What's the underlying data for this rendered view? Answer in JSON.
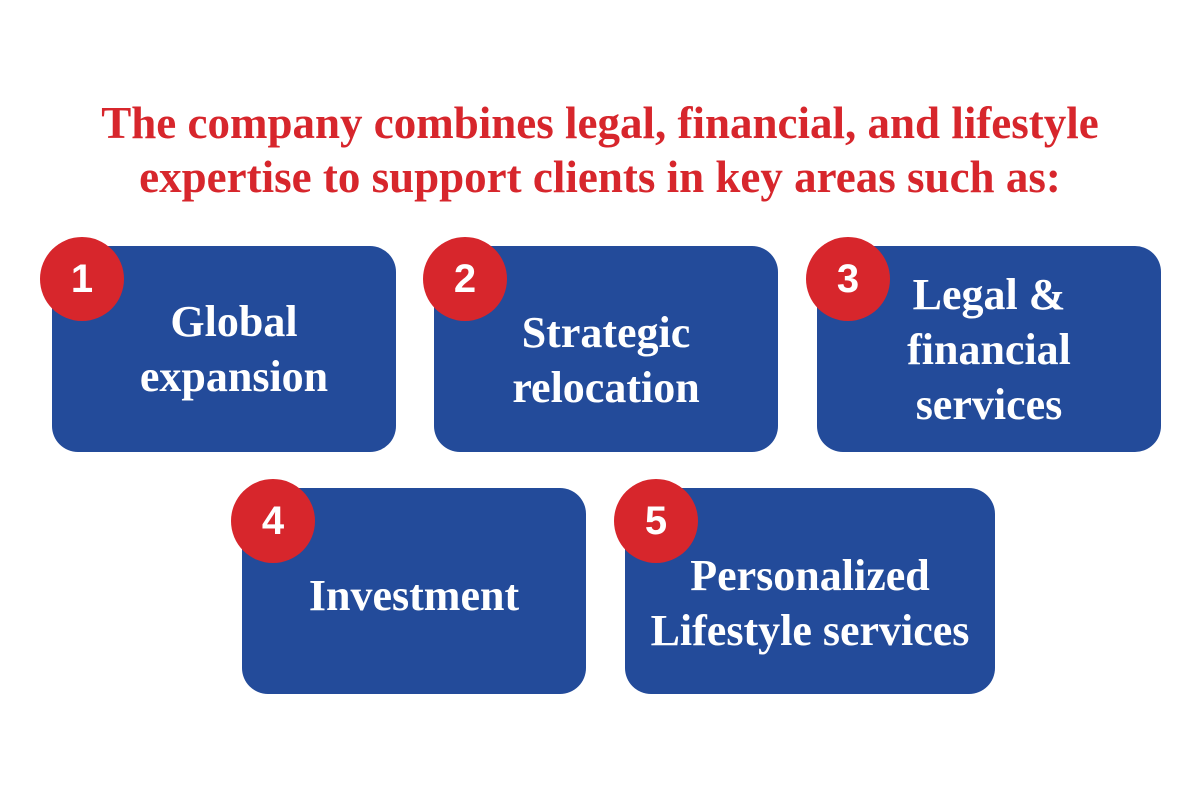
{
  "heading": {
    "line1": "The company combines legal, financial, and lifestyle",
    "line2": "expertise to support clients in key areas such as:"
  },
  "colors": {
    "heading_red": "#d7262c",
    "card_blue": "#234b9a",
    "badge_red": "#d7262c",
    "text_white": "#ffffff"
  },
  "items": [
    {
      "number": "1",
      "lines": [
        "Global",
        "expansion"
      ]
    },
    {
      "number": "2",
      "lines": [
        "Strategic",
        "relocation"
      ]
    },
    {
      "number": "3",
      "lines": [
        "Legal &",
        "financial",
        "services"
      ]
    },
    {
      "number": "4",
      "lines": [
        "Investment"
      ]
    },
    {
      "number": "5",
      "lines": [
        "Personalized",
        "Lifestyle services"
      ]
    }
  ]
}
